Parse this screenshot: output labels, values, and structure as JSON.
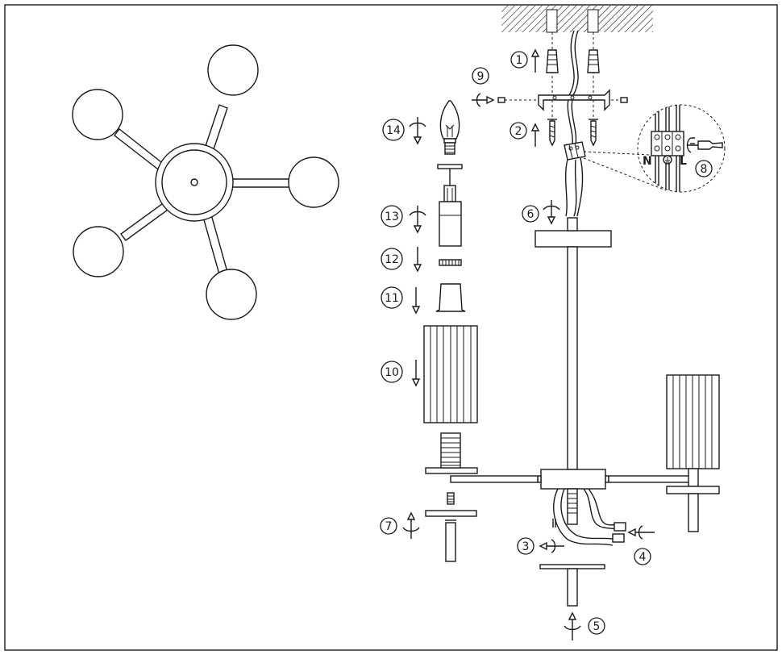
{
  "steps": {
    "s1": "1",
    "s2": "2",
    "s3": "3",
    "s4": "4",
    "s5": "5",
    "s6": "6",
    "s7": "7",
    "s8": "8",
    "s9": "9",
    "s10": "10",
    "s11": "11",
    "s12": "12",
    "s13": "13",
    "s14": "14"
  },
  "terminals": {
    "neutral": "N",
    "live": "L"
  }
}
